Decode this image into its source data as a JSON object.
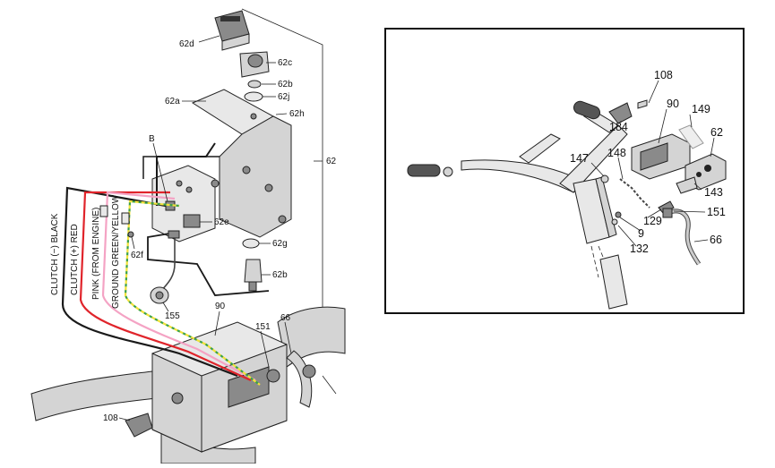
{
  "left_diagram": {
    "callouts": {
      "c62d": "62d",
      "c62c": "62c",
      "c62b_top": "62b",
      "c62j": "62j",
      "c62a": "62a",
      "c62h": "62h",
      "c62": "62",
      "cB": "B",
      "c62e": "62e",
      "c62f": "62f",
      "c62g": "62g",
      "c62b_bottom": "62b",
      "c155": "155",
      "c90": "90",
      "c151": "151",
      "c66": "66",
      "c108": "108"
    },
    "wire_labels": {
      "clutch_black": "CLUTCH (−)  BLACK",
      "clutch_red": "CLUTCH (+)  RED",
      "pink": "PINK (FROM ENGINE)",
      "ground": "GROUND GREEN/YELLOW"
    },
    "wire_colors": {
      "black": "#1a1a1a",
      "red": "#e0242b",
      "pink": "#f4a3c4",
      "green": "#3aa04a",
      "yellow": "#f2e23a"
    }
  },
  "right_diagram": {
    "callouts": {
      "r108": "108",
      "r90": "90",
      "r149": "149",
      "r62": "62",
      "r184": "184",
      "r147": "147",
      "r148": "148",
      "r143": "143",
      "r151": "151",
      "r129": "129",
      "r9": "9",
      "r66": "66",
      "r132": "132"
    }
  }
}
